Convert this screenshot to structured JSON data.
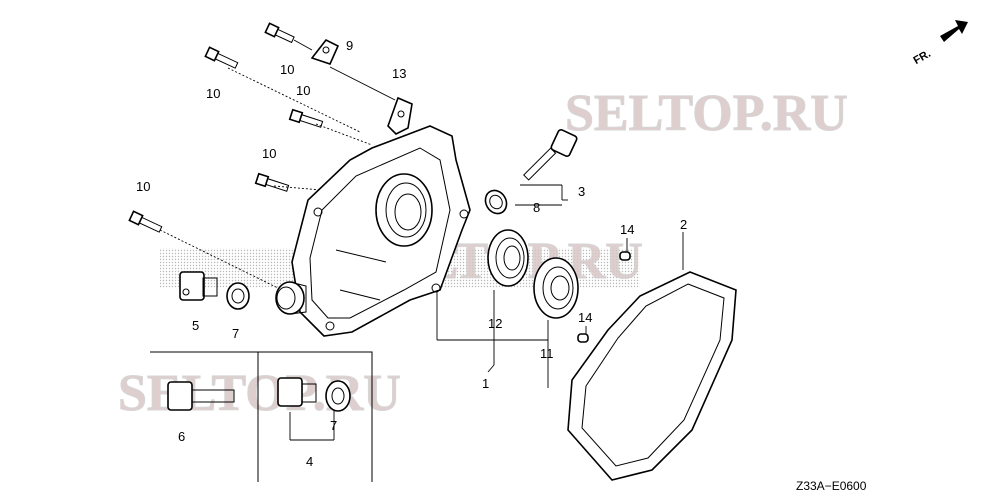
{
  "diagram": {
    "watermarks": [
      "SELTOP.RU",
      "SELTOP.RU",
      "SELTOP.RU"
    ],
    "orientation_label": "FR.",
    "drawing_code": "Z33A−E0600",
    "labels": {
      "n1": "1",
      "n2": "2",
      "n3": "3",
      "n4": "4",
      "n5": "5",
      "n6": "6",
      "n7a": "7",
      "n7b": "7",
      "n8": "8",
      "n9": "9",
      "n10a": "10",
      "n10b": "10",
      "n10c": "10",
      "n10d": "10",
      "n10e": "10",
      "n11": "11",
      "n12": "12",
      "n13": "13",
      "n14a": "14",
      "n14b": "14"
    }
  }
}
